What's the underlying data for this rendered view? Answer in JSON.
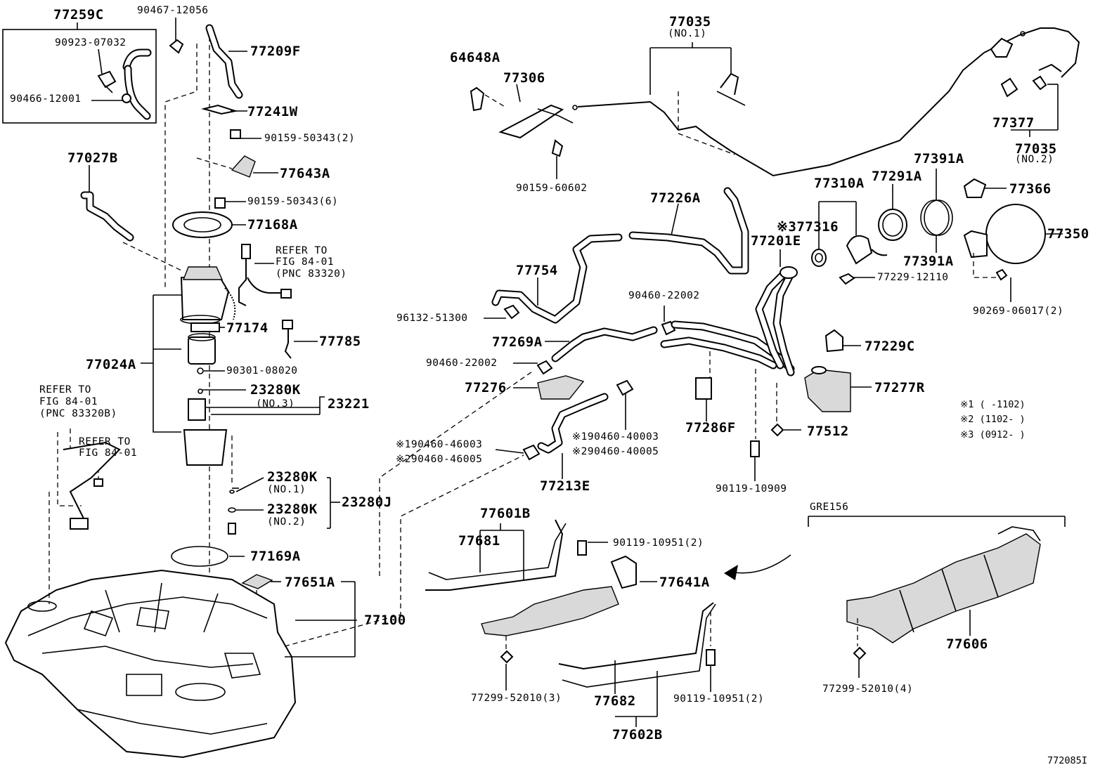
{
  "diagram_id": "772085I",
  "model_note": "GRE156",
  "notes": [
    "※1 (    -1102)",
    "※2 (1102-    )",
    "※3 (0912-    )"
  ],
  "labels": {
    "p77259C": "77259C",
    "p90923_07032": "90923-07032",
    "p90466_12001": "90466-12001",
    "p90467_12056": "90467-12056",
    "p77209F": "77209F",
    "p77241W": "77241W",
    "p90159_50343_2": "90159-50343(2)",
    "p77643A": "77643A",
    "p90159_50343_6": "90159-50343(6)",
    "p77168A": "77168A",
    "p77027B": "77027B",
    "refer1": "REFER TO",
    "refer1b": "FIG 84-01",
    "refer1c": "(PNC 83320)",
    "p77174": "77174",
    "p77785": "77785",
    "p77024A": "77024A",
    "p90301_08020": "90301-08020",
    "refer2": "REFER TO",
    "refer2b": "FIG 84-01",
    "refer2c": "(PNC 83320B)",
    "refer3": "REFER TO",
    "refer3b": "FIG 84-01",
    "p23280K_a": "23280K",
    "p23280K_a_no": "(NO.3)",
    "p23221": "23221",
    "p23280K_b": "23280K",
    "p23280K_b_no": "(NO.1)",
    "p23280J": "23280J",
    "p23280K_c": "23280K",
    "p23280K_c_no": "(NO.2)",
    "p77169A": "77169A",
    "p77651A": "77651A",
    "p77100": "77100",
    "p64648A": "64648A",
    "p77306": "77306",
    "p90159_60602": "90159-60602",
    "p77035_1": "77035",
    "p77035_1_no": "(NO.1)",
    "p77377": "77377",
    "p77035_2": "77035",
    "p77035_2_no": "(NO.2)",
    "p77226A": "77226A",
    "p77754": "77754",
    "p96132_51300": "96132-51300",
    "p90460_22002_a": "90460-22002",
    "p77269A": "77269A",
    "p90460_22002_b": "90460-22002",
    "p77276": "77276",
    "p190460_46003": "※190460-46003",
    "p290460_46005": "※290460-46005",
    "p190460_40003": "※190460-40003",
    "p290460_40005": "※290460-40005",
    "p77213E": "77213E",
    "p77286F": "77286F",
    "p90119_10909": "90119-10909",
    "p77201E": "77201E",
    "p77316": "※377316",
    "p77310A": "77310A",
    "p77291A": "77291A",
    "p77391A_a": "77391A",
    "p77391A_b": "77391A",
    "p77229_12110": "77229-12110",
    "p77366": "77366",
    "p77350": "77350",
    "p90269_06017": "90269-06017(2)",
    "p77229C": "77229C",
    "p77277R": "77277R",
    "p77512": "77512",
    "p77601B": "77601B",
    "p77681": "77681",
    "p90119_10951_a": "90119-10951(2)",
    "p77641A": "77641A",
    "p77299_52010_3": "77299-52010(3)",
    "p77682": "77682",
    "p90119_10951_b": "90119-10951(2)",
    "p77602B": "77602B",
    "p77606": "77606",
    "p77299_52010_4": "77299-52010(4)"
  }
}
